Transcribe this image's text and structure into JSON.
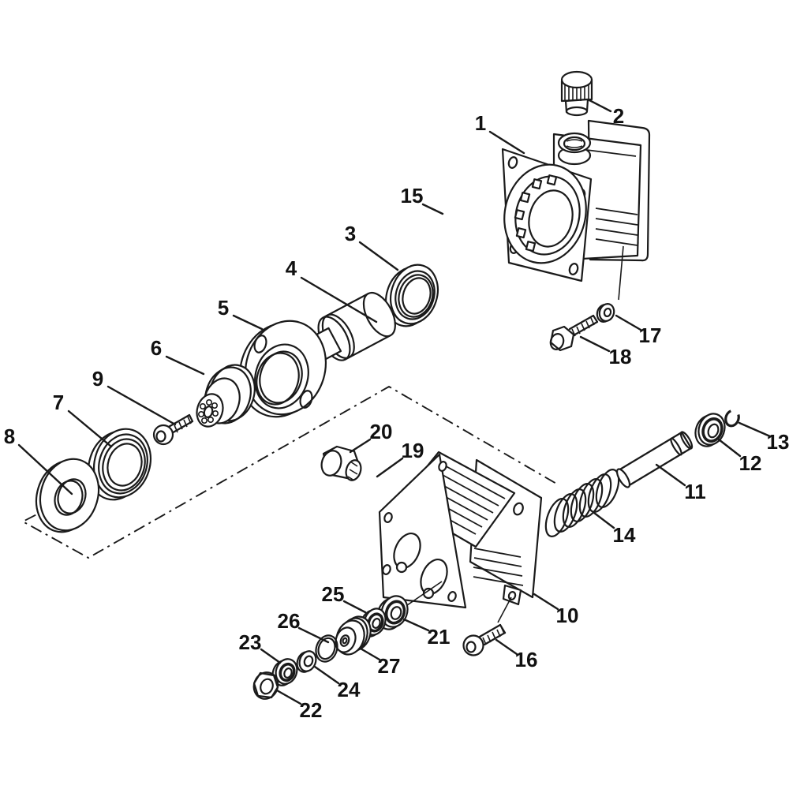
{
  "figure": {
    "kind": "exploded-parts-diagram",
    "background_color": "#ffffff",
    "line_color": "#1a1a1a"
  },
  "callouts": [
    {
      "number": "1"
    },
    {
      "number": "2"
    },
    {
      "number": "3"
    },
    {
      "number": "4"
    },
    {
      "number": "5"
    },
    {
      "number": "6"
    },
    {
      "number": "7"
    },
    {
      "number": "8"
    },
    {
      "number": "9"
    },
    {
      "number": "10"
    },
    {
      "number": "11"
    },
    {
      "number": "12"
    },
    {
      "number": "13"
    },
    {
      "number": "14"
    },
    {
      "number": "15"
    },
    {
      "number": "16"
    },
    {
      "number": "17"
    },
    {
      "number": "18"
    },
    {
      "number": "19"
    },
    {
      "number": "20"
    },
    {
      "number": "21"
    },
    {
      "number": "22"
    },
    {
      "number": "23"
    },
    {
      "number": "24"
    },
    {
      "number": "25"
    },
    {
      "number": "26"
    },
    {
      "number": "27"
    }
  ]
}
